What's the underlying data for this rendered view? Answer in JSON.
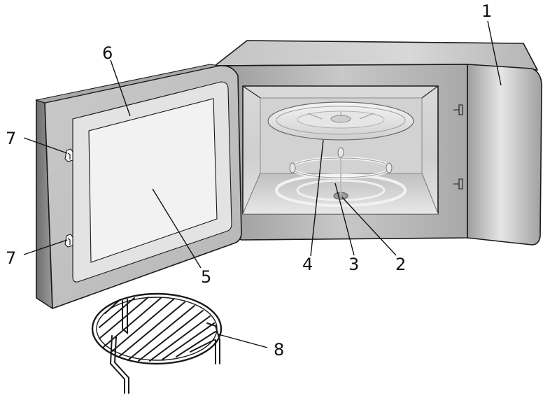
{
  "callouts": {
    "c1": "1",
    "c2": "2",
    "c3": "3",
    "c4": "4",
    "c5": "5",
    "c6": "6",
    "c7_upper": "7",
    "c7_lower": "7",
    "c8": "8"
  }
}
